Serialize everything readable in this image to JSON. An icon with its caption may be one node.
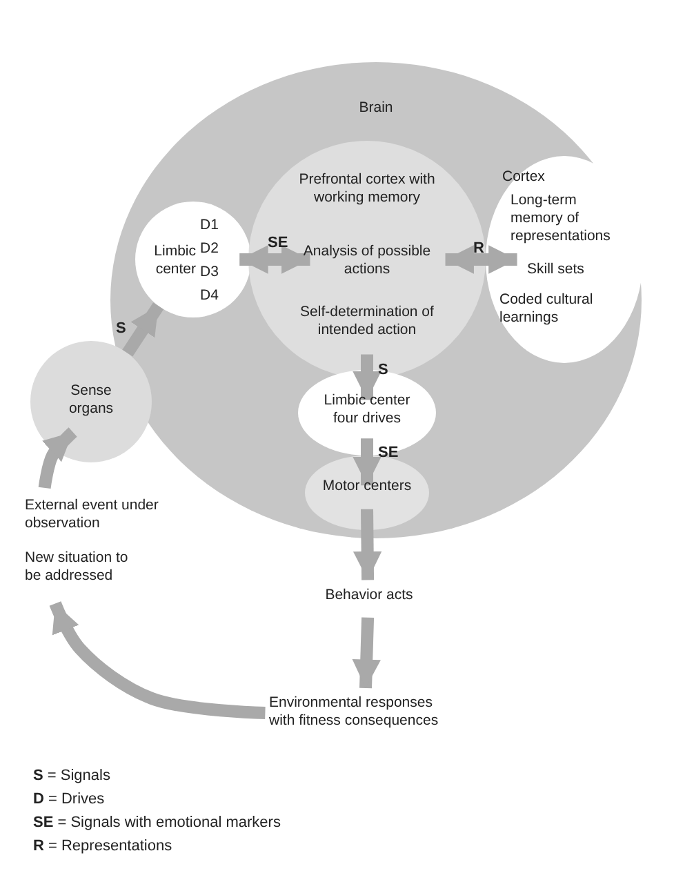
{
  "diagram": {
    "nodes": [
      {
        "text": [
          "Brain"
        ]
      },
      {
        "text": [
          "Limbic center",
          "D1",
          "D2",
          "D3",
          "D4"
        ],
        "in": 0
      },
      {
        "text": [
          "Prefrontal cortex with working memory",
          "Analysis of possible actions",
          "Self-determination of intended action"
        ],
        "in": 0
      },
      {
        "text": [
          "Cortex",
          "Long-term memory of representations",
          "Skill sets",
          "Coded cultural learnings"
        ],
        "in": 0
      },
      {
        "text": [
          "Sense organs"
        ]
      },
      {
        "text": [
          "Limbic center four drives"
        ],
        "in": 0
      },
      {
        "text": [
          "Motor centers"
        ],
        "in": 0
      },
      {
        "text": [
          "External event under observation",
          "New situation to be addressed"
        ]
      },
      {
        "text": [
          "Behavior acts"
        ]
      },
      {
        "text": [
          "Environmental responses with fitness consequences"
        ]
      }
    ],
    "edges": [
      {
        "from": 4,
        "to": 1,
        "arrow": "to",
        "label": "S"
      },
      {
        "from": 1,
        "to": 2,
        "arrow": "both",
        "label": "SE"
      },
      {
        "from": 2,
        "to": 3,
        "arrow": "both",
        "label": "R"
      },
      {
        "from": 2,
        "to": 5,
        "arrow": "to",
        "label": "S"
      },
      {
        "from": 5,
        "to": 6,
        "arrow": "to",
        "label": "SE"
      },
      {
        "from": 6,
        "to": 8,
        "arrow": "to"
      },
      {
        "from": 8,
        "to": 9,
        "arrow": "to"
      },
      {
        "from": 9,
        "to": 7,
        "arrow": "to"
      },
      {
        "from": 7,
        "to": 4,
        "arrow": "to"
      }
    ],
    "labels": [
      "**S** = Signals",
      "**D** = Drives",
      "**SE** = Signals with emotional markers",
      "**R** = Representations"
    ]
  }
}
